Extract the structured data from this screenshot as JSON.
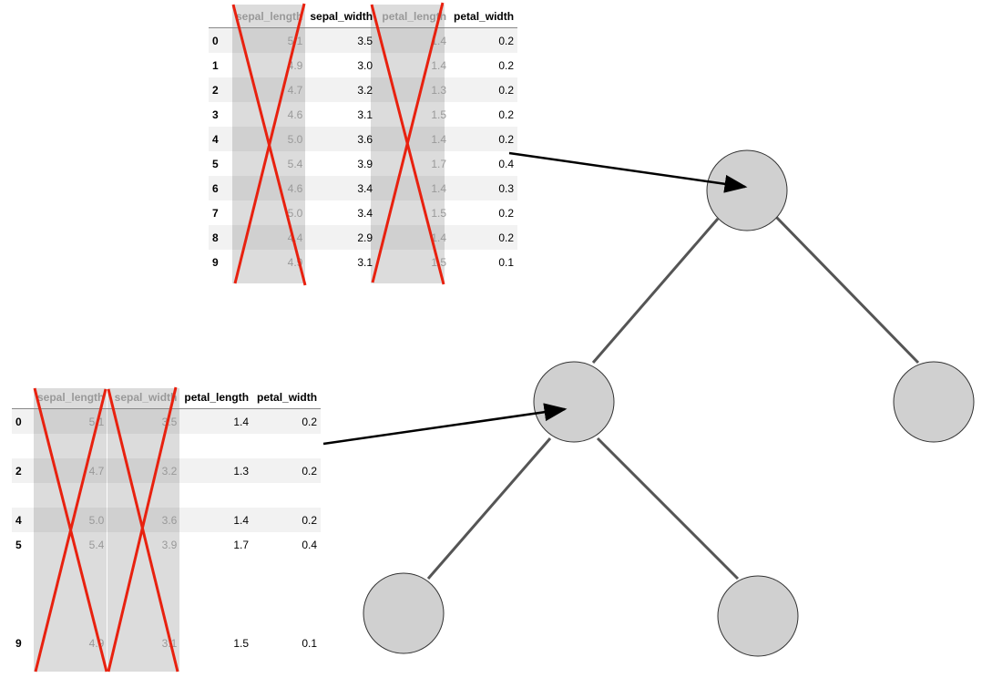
{
  "columns": [
    "sepal_length",
    "sepal_width",
    "petal_length",
    "petal_width"
  ],
  "top_table": {
    "dropped_columns": [
      "sepal_length",
      "petal_length"
    ],
    "rows": [
      {
        "index": "0",
        "values": [
          "5.1",
          "3.5",
          "1.4",
          "0.2"
        ]
      },
      {
        "index": "1",
        "values": [
          "4.9",
          "3.0",
          "1.4",
          "0.2"
        ]
      },
      {
        "index": "2",
        "values": [
          "4.7",
          "3.2",
          "1.3",
          "0.2"
        ]
      },
      {
        "index": "3",
        "values": [
          "4.6",
          "3.1",
          "1.5",
          "0.2"
        ]
      },
      {
        "index": "4",
        "values": [
          "5.0",
          "3.6",
          "1.4",
          "0.2"
        ]
      },
      {
        "index": "5",
        "values": [
          "5.4",
          "3.9",
          "1.7",
          "0.4"
        ]
      },
      {
        "index": "6",
        "values": [
          "4.6",
          "3.4",
          "1.4",
          "0.3"
        ]
      },
      {
        "index": "7",
        "values": [
          "5.0",
          "3.4",
          "1.5",
          "0.2"
        ]
      },
      {
        "index": "8",
        "values": [
          "4.4",
          "2.9",
          "1.4",
          "0.2"
        ]
      },
      {
        "index": "9",
        "values": [
          "4.9",
          "3.1",
          "1.5",
          "0.1"
        ]
      }
    ]
  },
  "bottom_table": {
    "dropped_columns": [
      "sepal_length",
      "sepal_width"
    ],
    "rows": [
      {
        "index": "0",
        "values": [
          "5.1",
          "3.5",
          "1.4",
          "0.2"
        ]
      },
      {
        "index": "2",
        "values": [
          "4.7",
          "3.2",
          "1.3",
          "0.2"
        ]
      },
      {
        "index": "4",
        "values": [
          "5.0",
          "3.6",
          "1.4",
          "0.2"
        ]
      },
      {
        "index": "5",
        "values": [
          "5.4",
          "3.9",
          "1.7",
          "0.4"
        ]
      },
      {
        "index": "9",
        "values": [
          "4.9",
          "3.1",
          "1.5",
          "0.1"
        ]
      }
    ]
  },
  "colors": {
    "cross": "#e8210f",
    "node_fill": "#d0d0d0",
    "edge": "#555555",
    "band": "#dcdcdc"
  }
}
